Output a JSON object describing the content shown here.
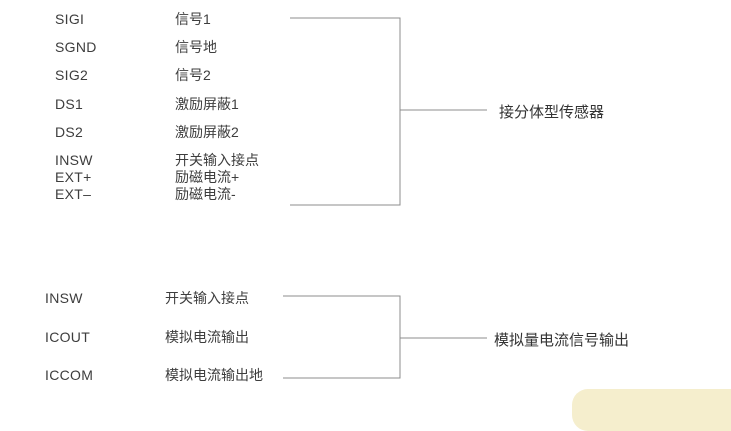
{
  "groups": [
    {
      "rows": [
        {
          "pin": "SIGI",
          "label": "信号1"
        },
        {
          "pin": "SGND",
          "label": "信号地"
        },
        {
          "pin": "SIG2",
          "label": "信号2"
        },
        {
          "pin": "DS1",
          "label": "激励屏蔽1"
        },
        {
          "pin": "DS2",
          "label": "激励屏蔽2"
        },
        {
          "pin": "INSW",
          "label": "开关输入接点"
        },
        {
          "pin": "EXT+",
          "label": "励磁电流+"
        },
        {
          "pin": "EXT–",
          "label": "励磁电流-"
        }
      ],
      "callout": "接分体型传感器"
    },
    {
      "rows": [
        {
          "pin": "INSW",
          "label": "开关输入接点"
        },
        {
          "pin": "ICOUT",
          "label": "模拟电流输出"
        },
        {
          "pin": "ICCOM",
          "label": "模拟电流输出地"
        }
      ],
      "callout": "模拟量电流信号输出"
    }
  ],
  "colors": {
    "line": "#8c8c8c",
    "text": "#3d3d3d",
    "background": "#ffffff",
    "corner_decoration": "#f5eecd"
  }
}
